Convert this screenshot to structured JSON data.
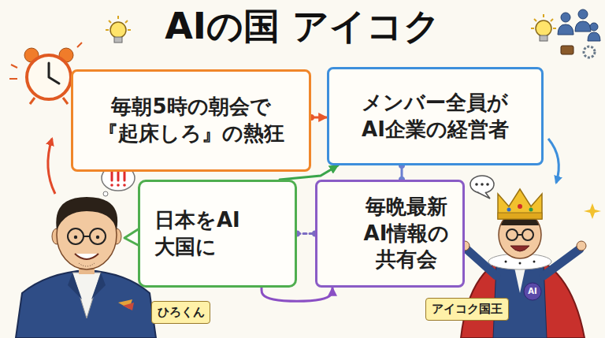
{
  "diagram": {
    "title": "AIの国 アイコク",
    "nodes": [
      {
        "text": [
          "毎朝5時の朝会で『起床しろ』の熱狂"
        ]
      },
      {
        "text": [
          "メンバー全員がAI企業の経営者"
        ]
      },
      {
        "text": [
          "日本をAI大国に"
        ]
      },
      {
        "text": [
          "毎晩最新AI情報の共有会"
        ]
      },
      {
        "text": [
          "ひろくん"
        ]
      },
      {
        "text": [
          "アイコク国王"
        ]
      }
    ],
    "edges": [
      {
        "from": 0,
        "to": 1,
        "arrow": "to"
      },
      {
        "from": 2,
        "to": 1,
        "arrow": "to"
      },
      {
        "from": 1,
        "to": 3,
        "arrow": "none"
      },
      {
        "from": 2,
        "to": 3,
        "arrow": "none"
      },
      {
        "from": 2,
        "to": 3,
        "arrow": "to"
      }
    ],
    "labels": [
      "AI"
    ]
  }
}
